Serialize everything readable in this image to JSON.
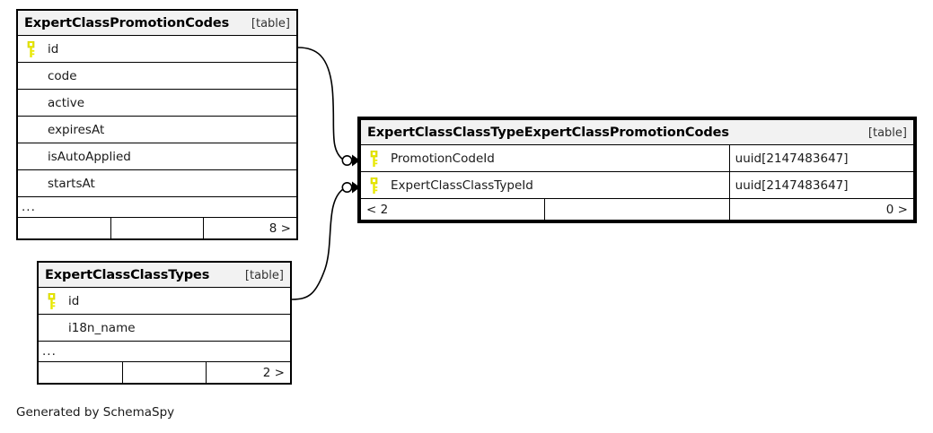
{
  "diagram": {
    "caption": "Generated by SchemaSpy",
    "kind_tag": "[table]",
    "key_icon": "primary-key-icon",
    "key_color": "#E8E800",
    "ellipsis": "...",
    "header_bg": "#F2F2F2",
    "border_color": "#000000"
  },
  "tables": [
    {
      "id": "expert-class-promotion-codes",
      "name": "ExpertClassPromotionCodes",
      "kind": "[table]",
      "columns": [
        {
          "name": "id",
          "key": true,
          "type": ""
        },
        {
          "name": "code",
          "key": false,
          "type": ""
        },
        {
          "name": "active",
          "key": false,
          "type": ""
        },
        {
          "name": "expiresAt",
          "key": false,
          "type": ""
        },
        {
          "name": "isAutoApplied",
          "key": false,
          "type": ""
        },
        {
          "name": "startsAt",
          "key": false,
          "type": ""
        }
      ],
      "has_more_row": true,
      "more_marker": "...",
      "footer": {
        "left": "",
        "middle": "",
        "right": "8 >"
      }
    },
    {
      "id": "expert-class-class-type-expert-class-promotion-codes",
      "name": "ExpertClassClassTypeExpertClassPromotionCodes",
      "kind": "[table]",
      "emphasized": true,
      "columns": [
        {
          "name": "PromotionCodeId",
          "key": true,
          "type": "uuid[2147483647]"
        },
        {
          "name": "ExpertClassClassTypeId",
          "key": true,
          "type": "uuid[2147483647]"
        }
      ],
      "has_more_row": false,
      "more_marker": "",
      "footer": {
        "left": "< 2",
        "middle": "",
        "right": "0 >"
      }
    },
    {
      "id": "expert-class-class-types",
      "name": "ExpertClassClassTypes",
      "kind": "[table]",
      "columns": [
        {
          "name": "id",
          "key": true,
          "type": ""
        },
        {
          "name": "i18n_name",
          "key": false,
          "type": ""
        }
      ],
      "has_more_row": true,
      "more_marker": "...",
      "footer": {
        "left": "",
        "middle": "",
        "right": "2 >"
      }
    }
  ],
  "relationships": [
    {
      "id": "rel-promotioncodes-to-join",
      "from_table": "ExpertClassPromotionCodes",
      "from_column": "id",
      "to_table": "ExpertClassClassTypeExpertClassPromotionCodes",
      "to_column": "PromotionCodeId",
      "from_cardinality": "one",
      "to_cardinality": "zero-or-many"
    },
    {
      "id": "rel-classtypes-to-join",
      "from_table": "ExpertClassClassTypes",
      "from_column": "id",
      "to_table": "ExpertClassClassTypeExpertClassPromotionCodes",
      "to_column": "ExpertClassClassTypeId",
      "from_cardinality": "one",
      "to_cardinality": "zero-or-many"
    }
  ]
}
